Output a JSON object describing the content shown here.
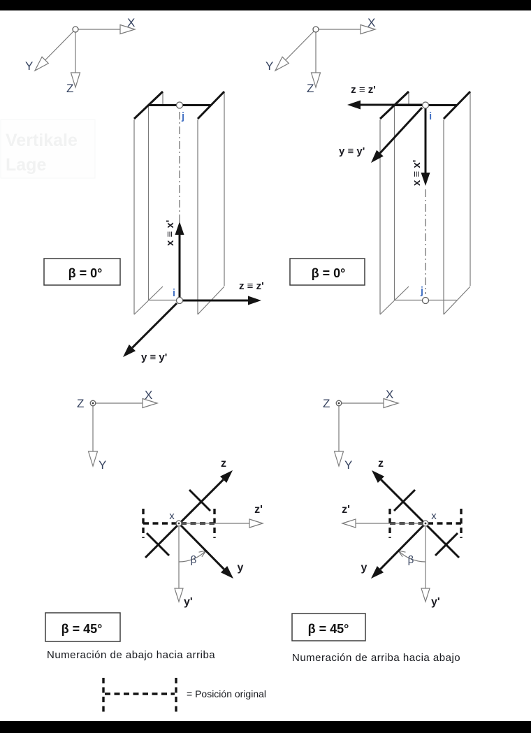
{
  "watermark": {
    "line1": "Vertikale",
    "line2": "Lage"
  },
  "global_axes_3d": {
    "x": "X",
    "y": "Y",
    "z": "Z"
  },
  "global_axes_2d": {
    "x": "X",
    "y": "Y",
    "z": "Z"
  },
  "beam_left": {
    "top_node": "j",
    "bottom_node": "i",
    "axis_x": "x ≡ x'",
    "axis_z": "z ≡ z'",
    "axis_y": "y ≡ y'",
    "beta": "β = 0°"
  },
  "beam_right": {
    "top_node": "i",
    "bottom_node": "j",
    "axis_x": "x ≡ x'",
    "axis_z": "z ≡ z'",
    "axis_y": "y ≡ y'",
    "beta": "β = 0°"
  },
  "section_left": {
    "node": "x",
    "axis_z": "z",
    "axis_z_prime": "z'",
    "axis_y": "y",
    "axis_y_prime": "y'",
    "angle": "β",
    "beta": "β = 45°",
    "caption": "Numeración de abajo hacia arriba"
  },
  "section_right": {
    "node": "x",
    "axis_z": "z",
    "axis_z_prime": "z'",
    "axis_y": "y",
    "axis_y_prime": "y'",
    "angle": "β",
    "beta": "β = 45°",
    "caption": "Numeración de arriba hacia abajo"
  },
  "legend": {
    "label": "= Posición original"
  },
  "colors": {
    "bold_line": "#141414",
    "thin_line": "#7a7a7a",
    "node_label": "#4472c4",
    "letter_label": "#35425f",
    "text": "#16181d",
    "letterbox": "#000000"
  }
}
